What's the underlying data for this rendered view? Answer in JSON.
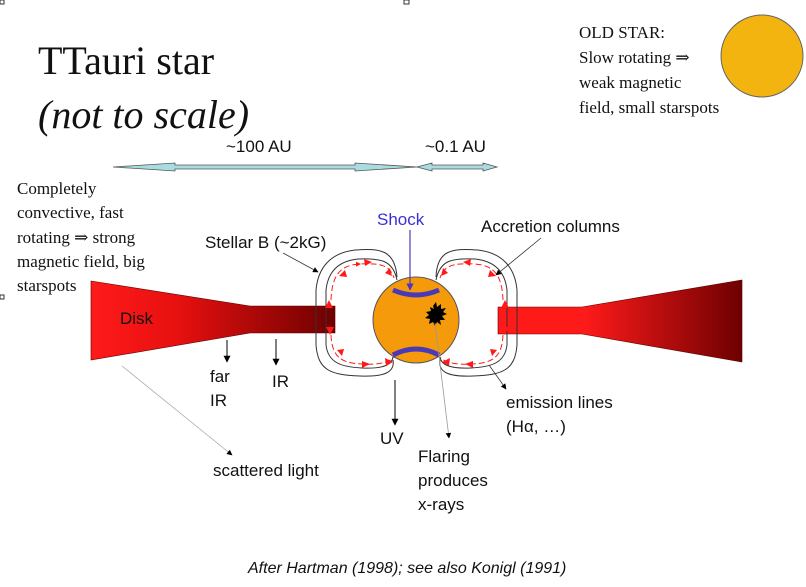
{
  "title": {
    "line1": "TTauri star",
    "line2": "(not to scale)"
  },
  "old_star": {
    "lines": [
      "OLD STAR:",
      "Slow rotating ⇒",
      "weak magnetic",
      "field, small starspots"
    ],
    "color": "#f4b410"
  },
  "young_star_note": {
    "lines": [
      "Completely",
      "convective, fast",
      "rotating ⇒ strong",
      "magnetic field, big",
      "starspots"
    ]
  },
  "scale": {
    "large": "~100 AU",
    "small": "~0.1 AU",
    "arrow_color": "#a8dce0"
  },
  "labels": {
    "stellar_b": "Stellar B (~2kG)",
    "shock": "Shock",
    "accretion": "Accretion columns",
    "disk": "Disk",
    "far_ir_1": "far",
    "far_ir_2": "IR",
    "ir": "IR",
    "uv": "UV",
    "scattered": "scattered light",
    "emission_1": "emission lines",
    "emission_2": "(Hα, …)",
    "flaring_1": "Flaring",
    "flaring_2": "produces",
    "flaring_3": "x-rays"
  },
  "colors": {
    "disk_bright": "#ff1a1a",
    "disk_dark": "#7a0000",
    "star": "#f59a0a",
    "shock": "#4a3ab8",
    "field_arrow": "#ff1a1a"
  },
  "caption": "After Hartman (1998); see also Konigl (1991)"
}
